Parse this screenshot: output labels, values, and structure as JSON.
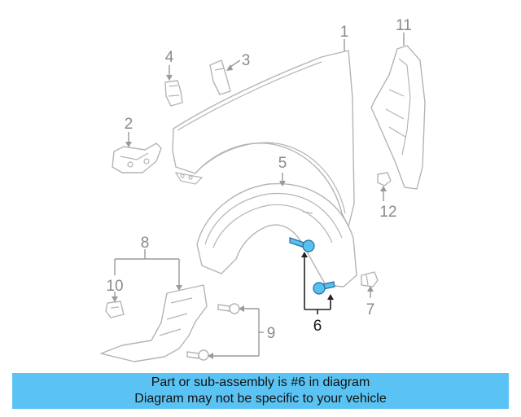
{
  "callouts": {
    "c1": "1",
    "c2": "2",
    "c3": "3",
    "c4": "4",
    "c5": "5",
    "c6": "6",
    "c7": "7",
    "c8": "8",
    "c9": "9",
    "c10": "10",
    "c11": "11",
    "c12": "12"
  },
  "highlight_part": "6",
  "colors": {
    "highlight_fill": "#58c0f0",
    "banner_bg": "#5bc3f3",
    "line_art": "#b4b4b4"
  },
  "banner": {
    "line1": "Part or sub-assembly is #6 in diagram",
    "line2": "Diagram may not be specific to your vehicle"
  }
}
